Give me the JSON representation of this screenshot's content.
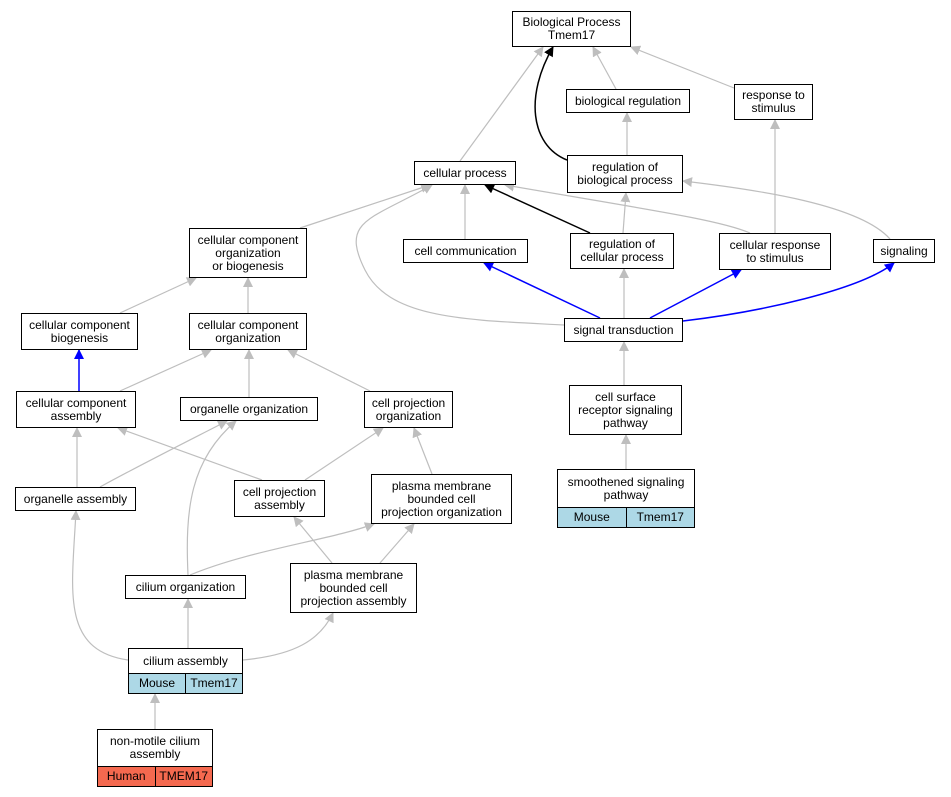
{
  "colors": {
    "gray": "#bebebe",
    "blue": "#0000ff",
    "black": "#000000",
    "mouse_fill": "#add8e6",
    "human_fill": "#f4694f"
  },
  "nodes": {
    "root": {
      "label": "Biological Process\nTmem17"
    },
    "biological_regulation": {
      "label": "biological regulation"
    },
    "response_to_stimulus": {
      "label": "response to\nstimulus"
    },
    "cellular_process": {
      "label": "cellular process"
    },
    "regulation_of_biological_process": {
      "label": "regulation of\nbiological process"
    },
    "ccob": {
      "label": "cellular component\norganization\nor biogenesis"
    },
    "cell_communication": {
      "label": "cell communication"
    },
    "regulation_of_cellular_process": {
      "label": "regulation of\ncellular process"
    },
    "cellular_response_to_stimulus": {
      "label": "cellular response\nto stimulus"
    },
    "signaling": {
      "label": "signaling"
    },
    "cc_biogenesis": {
      "label": "cellular component\nbiogenesis"
    },
    "cc_organization": {
      "label": "cellular component\norganization"
    },
    "signal_transduction": {
      "label": "signal transduction"
    },
    "cc_assembly": {
      "label": "cellular component\nassembly"
    },
    "organelle_organization": {
      "label": "organelle organization"
    },
    "cell_projection_organization": {
      "label": "cell projection\norganization"
    },
    "cell_surface_receptor": {
      "label": "cell surface\nreceptor signaling\npathway"
    },
    "organelle_assembly": {
      "label": "organelle assembly"
    },
    "cell_projection_assembly": {
      "label": "cell projection\nassembly"
    },
    "pmbcpo": {
      "label": "plasma membrane\nbounded cell\nprojection organization"
    },
    "smoothened": {
      "label": "smoothened signaling\npathway",
      "tags": [
        "Mouse",
        "Tmem17"
      ]
    },
    "cilium_organization": {
      "label": "cilium organization"
    },
    "pmbcpa": {
      "label": "plasma membrane\nbounded cell\nprojection assembly"
    },
    "cilium_assembly": {
      "label": "cilium assembly",
      "tags": [
        "Mouse",
        "Tmem17"
      ]
    },
    "non_motile": {
      "label": "non-motile cilium\nassembly",
      "tags": [
        "Human",
        "TMEM17"
      ]
    }
  },
  "edges": [
    {
      "from": "non_motile",
      "to": "cilium_assembly",
      "color": "gray"
    },
    {
      "from": "cilium_assembly",
      "to": "cilium_organization",
      "color": "gray"
    },
    {
      "from": "cilium_assembly",
      "to": "organelle_assembly",
      "color": "gray"
    },
    {
      "from": "cilium_assembly",
      "to": "pmbcpa",
      "color": "gray"
    },
    {
      "from": "cilium_organization",
      "to": "pmbcpo",
      "color": "gray"
    },
    {
      "from": "cilium_organization",
      "to": "organelle_organization",
      "color": "gray"
    },
    {
      "from": "pmbcpa",
      "to": "pmbcpo",
      "color": "gray"
    },
    {
      "from": "pmbcpa",
      "to": "cell_projection_assembly",
      "color": "gray"
    },
    {
      "from": "organelle_assembly",
      "to": "cc_assembly",
      "color": "gray"
    },
    {
      "from": "organelle_assembly",
      "to": "organelle_organization",
      "color": "gray"
    },
    {
      "from": "cell_projection_assembly",
      "to": "cc_assembly",
      "color": "gray"
    },
    {
      "from": "cell_projection_assembly",
      "to": "cell_projection_organization",
      "color": "gray"
    },
    {
      "from": "pmbcpo",
      "to": "cell_projection_organization",
      "color": "gray"
    },
    {
      "from": "cc_assembly",
      "to": "cc_biogenesis",
      "color": "blue"
    },
    {
      "from": "cc_assembly",
      "to": "cc_organization",
      "color": "gray"
    },
    {
      "from": "organelle_organization",
      "to": "cc_organization",
      "color": "gray"
    },
    {
      "from": "cell_projection_organization",
      "to": "cc_organization",
      "color": "gray"
    },
    {
      "from": "cc_biogenesis",
      "to": "ccob",
      "color": "gray"
    },
    {
      "from": "cc_organization",
      "to": "ccob",
      "color": "gray"
    },
    {
      "from": "ccob",
      "to": "cellular_process",
      "color": "gray"
    },
    {
      "from": "smoothened",
      "to": "cell_surface_receptor",
      "color": "gray"
    },
    {
      "from": "cell_surface_receptor",
      "to": "signal_transduction",
      "color": "gray"
    },
    {
      "from": "signal_transduction",
      "to": "cell_communication",
      "color": "blue"
    },
    {
      "from": "signal_transduction",
      "to": "cellular_response_to_stimulus",
      "color": "blue"
    },
    {
      "from": "signal_transduction",
      "to": "signaling",
      "color": "blue"
    },
    {
      "from": "signal_transduction",
      "to": "regulation_of_cellular_process",
      "color": "gray"
    },
    {
      "from": "signal_transduction",
      "to": "cellular_process",
      "color": "gray"
    },
    {
      "from": "cell_communication",
      "to": "cellular_process",
      "color": "gray"
    },
    {
      "from": "regulation_of_cellular_process",
      "to": "cellular_process",
      "color": "black"
    },
    {
      "from": "regulation_of_cellular_process",
      "to": "regulation_of_biological_process",
      "color": "gray"
    },
    {
      "from": "cellular_response_to_stimulus",
      "to": "cellular_process",
      "color": "gray"
    },
    {
      "from": "cellular_response_to_stimulus",
      "to": "response_to_stimulus",
      "color": "gray"
    },
    {
      "from": "signaling",
      "to": "regulation_of_biological_process",
      "color": "gray"
    },
    {
      "from": "regulation_of_biological_process",
      "to": "biological_regulation",
      "color": "gray"
    },
    {
      "from": "regulation_of_biological_process",
      "to": "root",
      "color": "black"
    },
    {
      "from": "cellular_process",
      "to": "root",
      "color": "gray"
    },
    {
      "from": "biological_regulation",
      "to": "root",
      "color": "gray"
    },
    {
      "from": "response_to_stimulus",
      "to": "root",
      "color": "gray"
    }
  ]
}
